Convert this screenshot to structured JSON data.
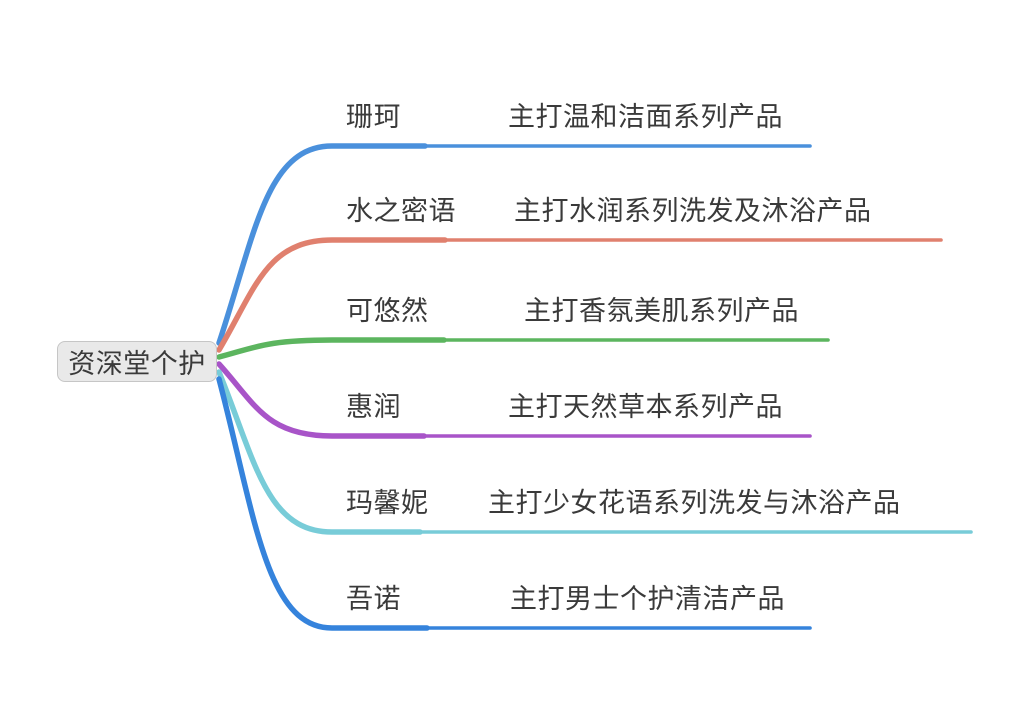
{
  "root": {
    "label": "资深堂个护"
  },
  "branches": [
    {
      "label": "珊珂",
      "note": "主打温和洁面系列产品",
      "color": "#4a90dc"
    },
    {
      "label": "水之密语",
      "note": "主打水润系列洗发及沐浴产品",
      "color": "#e0806e"
    },
    {
      "label": "可悠然",
      "note": "主打香氛美肌系列产品",
      "color": "#5cb55f"
    },
    {
      "label": "惠润",
      "note": "主打天然草本系列产品",
      "color": "#a854c8"
    },
    {
      "label": "玛馨妮",
      "note": "主打少女花语系列洗发与沐浴产品",
      "color": "#78ccd8"
    },
    {
      "label": "吾诺",
      "note": "主打男士个护清洁产品",
      "color": "#3583dc"
    }
  ],
  "colors": {
    "background": "#ffffff",
    "root_fill": "#e9e9e9",
    "root_border": "#c6c6c6",
    "text": "#3a3a3a"
  }
}
